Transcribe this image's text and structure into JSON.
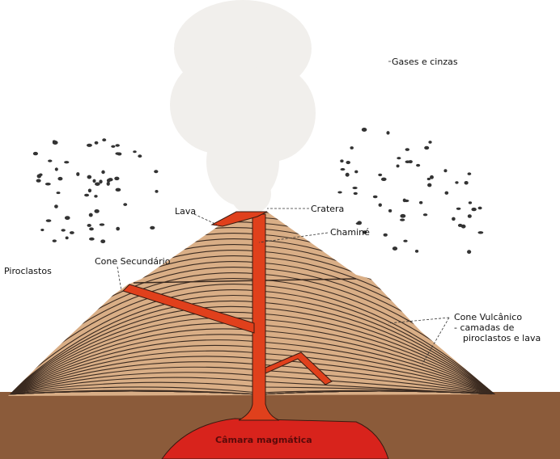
{
  "labels": {
    "gases": "Gases e cinzas",
    "lava": "Lava",
    "crater": "Cratera",
    "chimney": "Chaminé",
    "pyroclasts": "Piroclastos",
    "secondary_cone": "Cone Secundário",
    "volcanic_cone_line1": "Cone Vulcânico",
    "volcanic_cone_line2": "- camadas de",
    "volcanic_cone_line3": "piroclastos e lava",
    "magma_chamber": "Câmara magmática"
  },
  "colors": {
    "ground": "#8b5b3a",
    "cone": "#d9ae86",
    "lava": "#e0401c",
    "magma": "#d8231c",
    "smoke": "#f1efec",
    "strata": "#3a2a20"
  }
}
